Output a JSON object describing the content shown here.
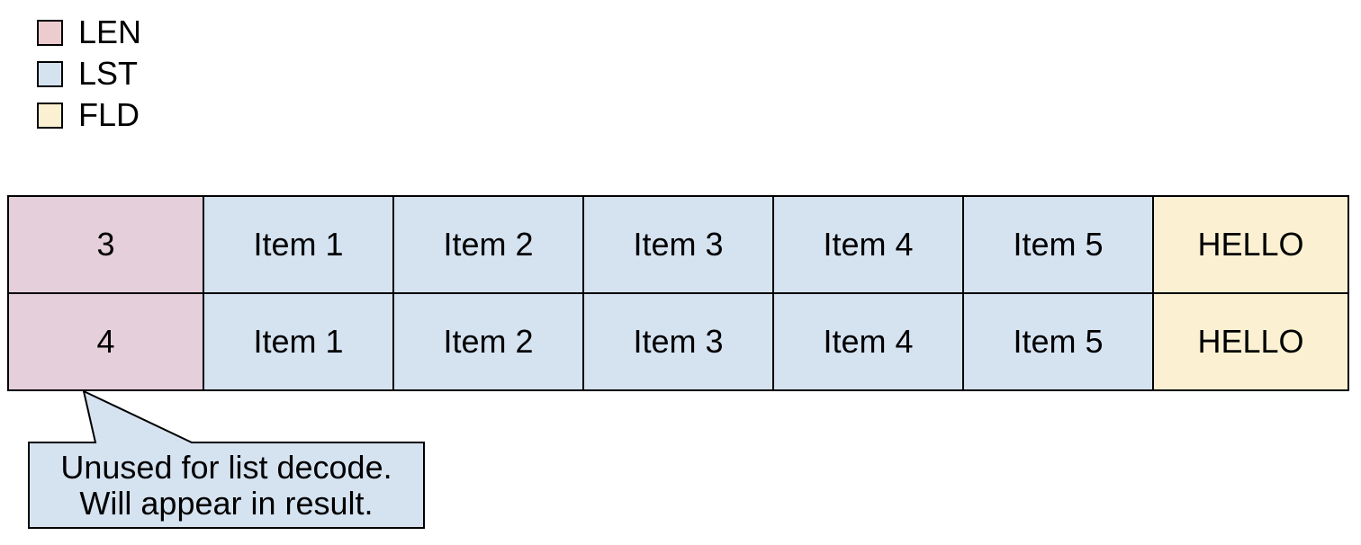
{
  "legend": {
    "items": [
      {
        "label": "LEN",
        "color": "#eccccf"
      },
      {
        "label": "LST",
        "color": "#d5e2f0"
      },
      {
        "label": "FLD",
        "color": "#fbf1d2"
      }
    ]
  },
  "table": {
    "cell_types": [
      "LEN",
      "LST",
      "LST",
      "LST",
      "LST",
      "LST",
      "FLD"
    ],
    "rows": [
      {
        "cells": [
          "3",
          "Item 1",
          "Item 2",
          "Item 3",
          "Item 4",
          "Item 5",
          "HELLO"
        ]
      },
      {
        "cells": [
          "4",
          "Item 1",
          "Item 2",
          "Item 3",
          "Item 4",
          "Item 5",
          "HELLO"
        ]
      }
    ],
    "colors": {
      "len_cell": "#e5cfda",
      "lst_cell": "#d5e2f0",
      "fld_cell": "#fbf1d2",
      "border": "#000000"
    }
  },
  "callout": {
    "lines": [
      "Unused for list decode.",
      "Will appear in result."
    ],
    "fill": "#d5e2f0",
    "border": "#000000"
  }
}
